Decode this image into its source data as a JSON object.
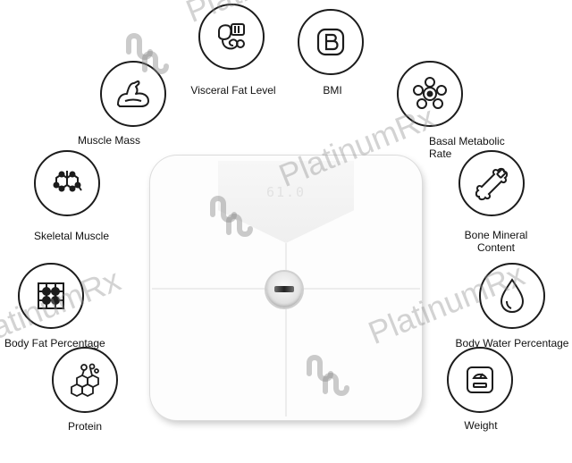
{
  "features": [
    {
      "id": "visceral-fat",
      "label": "Visceral Fat Level",
      "icon": "visceral-organs-icon"
    },
    {
      "id": "bmi",
      "label": "BMI",
      "icon": "bmi-b-icon"
    },
    {
      "id": "basal-metabolic",
      "label": "Basal Metabolic\nRate",
      "icon": "metabolic-cells-icon"
    },
    {
      "id": "bone-mineral",
      "label": "Bone Mineral\nContent",
      "icon": "bone-icon"
    },
    {
      "id": "body-water",
      "label": "Body Water Percentage",
      "icon": "water-drop-icon"
    },
    {
      "id": "weight",
      "label": "Weight",
      "icon": "weighing-scale-icon"
    },
    {
      "id": "protein",
      "label": "Protein",
      "icon": "protein-molecule-icon"
    },
    {
      "id": "body-fat",
      "label": "Body Fat Percentage",
      "icon": "fat-grid-icon"
    },
    {
      "id": "skeletal-muscle",
      "label": "Skeletal Muscle",
      "icon": "muscle-molecule-icon"
    },
    {
      "id": "muscle-mass",
      "label": "Muscle Mass",
      "icon": "flexed-arm-icon"
    }
  ],
  "scale": {
    "display_text": "61.0"
  },
  "watermark": {
    "text": "PlatinumRx"
  }
}
